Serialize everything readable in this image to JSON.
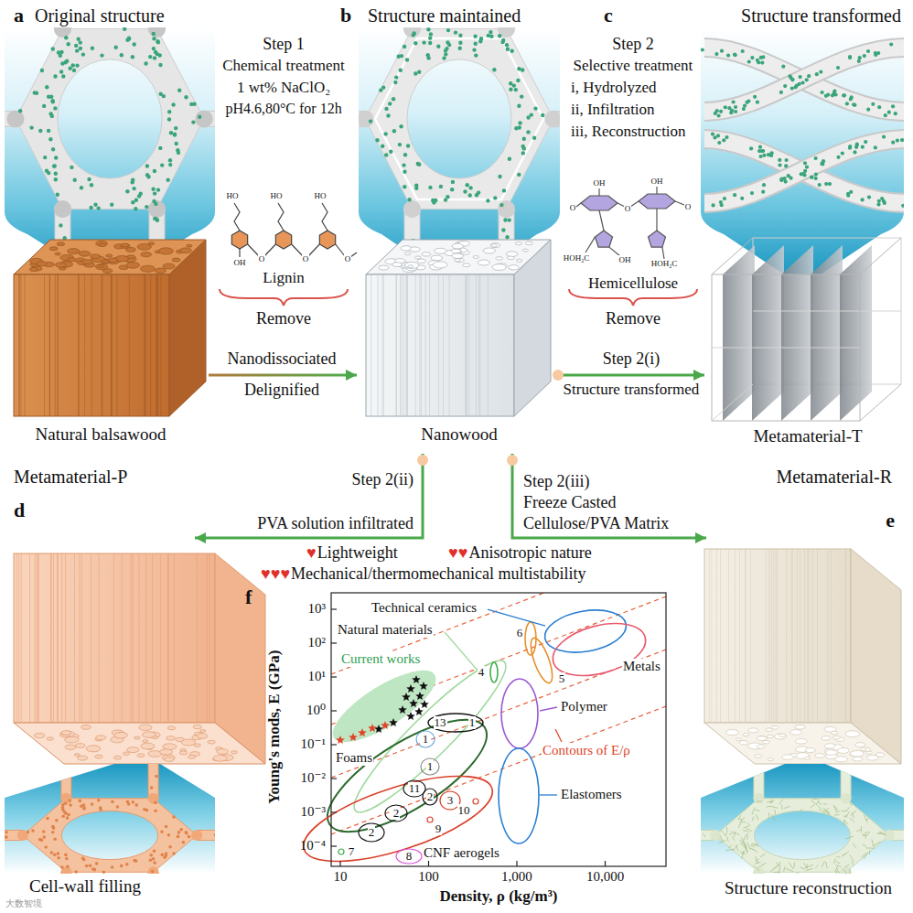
{
  "diagram": {
    "nodes": [
      {
        "text": [
          "Original structure",
          "Natural balsawood"
        ]
      },
      {
        "text": [
          "Structure maintained",
          "Nanowood"
        ]
      },
      {
        "text": [
          "Structure transformed",
          "Metamaterial-T"
        ]
      },
      {
        "text": [
          "Metamaterial-P",
          "Cell-wall filling"
        ]
      },
      {
        "text": [
          "Metamaterial-R",
          "Structure reconstruction"
        ]
      }
    ],
    "edges": [
      {
        "from": 0,
        "to": 1,
        "arrow": "to"
      },
      {
        "from": 1,
        "to": 2,
        "arrow": "to"
      },
      {
        "from": 1,
        "to": 3,
        "arrow": "to"
      },
      {
        "from": 1,
        "to": 4,
        "arrow": "to"
      }
    ],
    "labels": [
      "a",
      "b",
      "c",
      "d",
      "e",
      "f",
      "Step 1",
      "Chemical treatment",
      "1 wt% NaClO₂",
      "pH4.6,80°C for 12h",
      "HO",
      "HO",
      "HO",
      "OH",
      "O",
      "O",
      "O",
      "Lignin",
      "Remove",
      "Nanodissociated",
      "Delignified",
      "Step 2",
      "Selective treatment",
      "i, Hydrolyzed",
      "ii, Infiltration",
      "iii, Reconstruction",
      "OH",
      "OH",
      "O",
      "O",
      "O",
      "HOH₂C",
      "OH",
      "HOH₂C",
      "Hemicellulose",
      "Remove",
      "Step 2(i)",
      "Structure transformed",
      "Step 2(ii)",
      "PVA solution infiltrated",
      "Step 2(iii)",
      "Freeze Casted",
      "Cellulose/PVA Matrix",
      "♥",
      "Lightweight",
      "♥♥",
      "Anisotropic nature",
      "♥♥♥",
      "Mechanical/thermomechanical multistability",
      "Young's mods, E (GPa)",
      "Density, ρ (kg/m³)",
      "10³",
      "10²",
      "10¹",
      "10⁰",
      "10⁻¹",
      "10⁻²",
      "10⁻³",
      "10⁻⁴",
      "10",
      "100",
      "1,000",
      "10,000",
      "Technical ceramics",
      "Natural materials",
      "Current works",
      "Metals",
      "Polymer",
      "Contours of E/ρ",
      "Foams",
      "Elastomers",
      "CNF aerogels",
      "6",
      "5",
      "4",
      "13",
      "1",
      "1",
      "1",
      "11",
      "2",
      "3",
      "10",
      "2",
      "2",
      "9",
      "7",
      "8",
      "大数智境"
    ]
  }
}
